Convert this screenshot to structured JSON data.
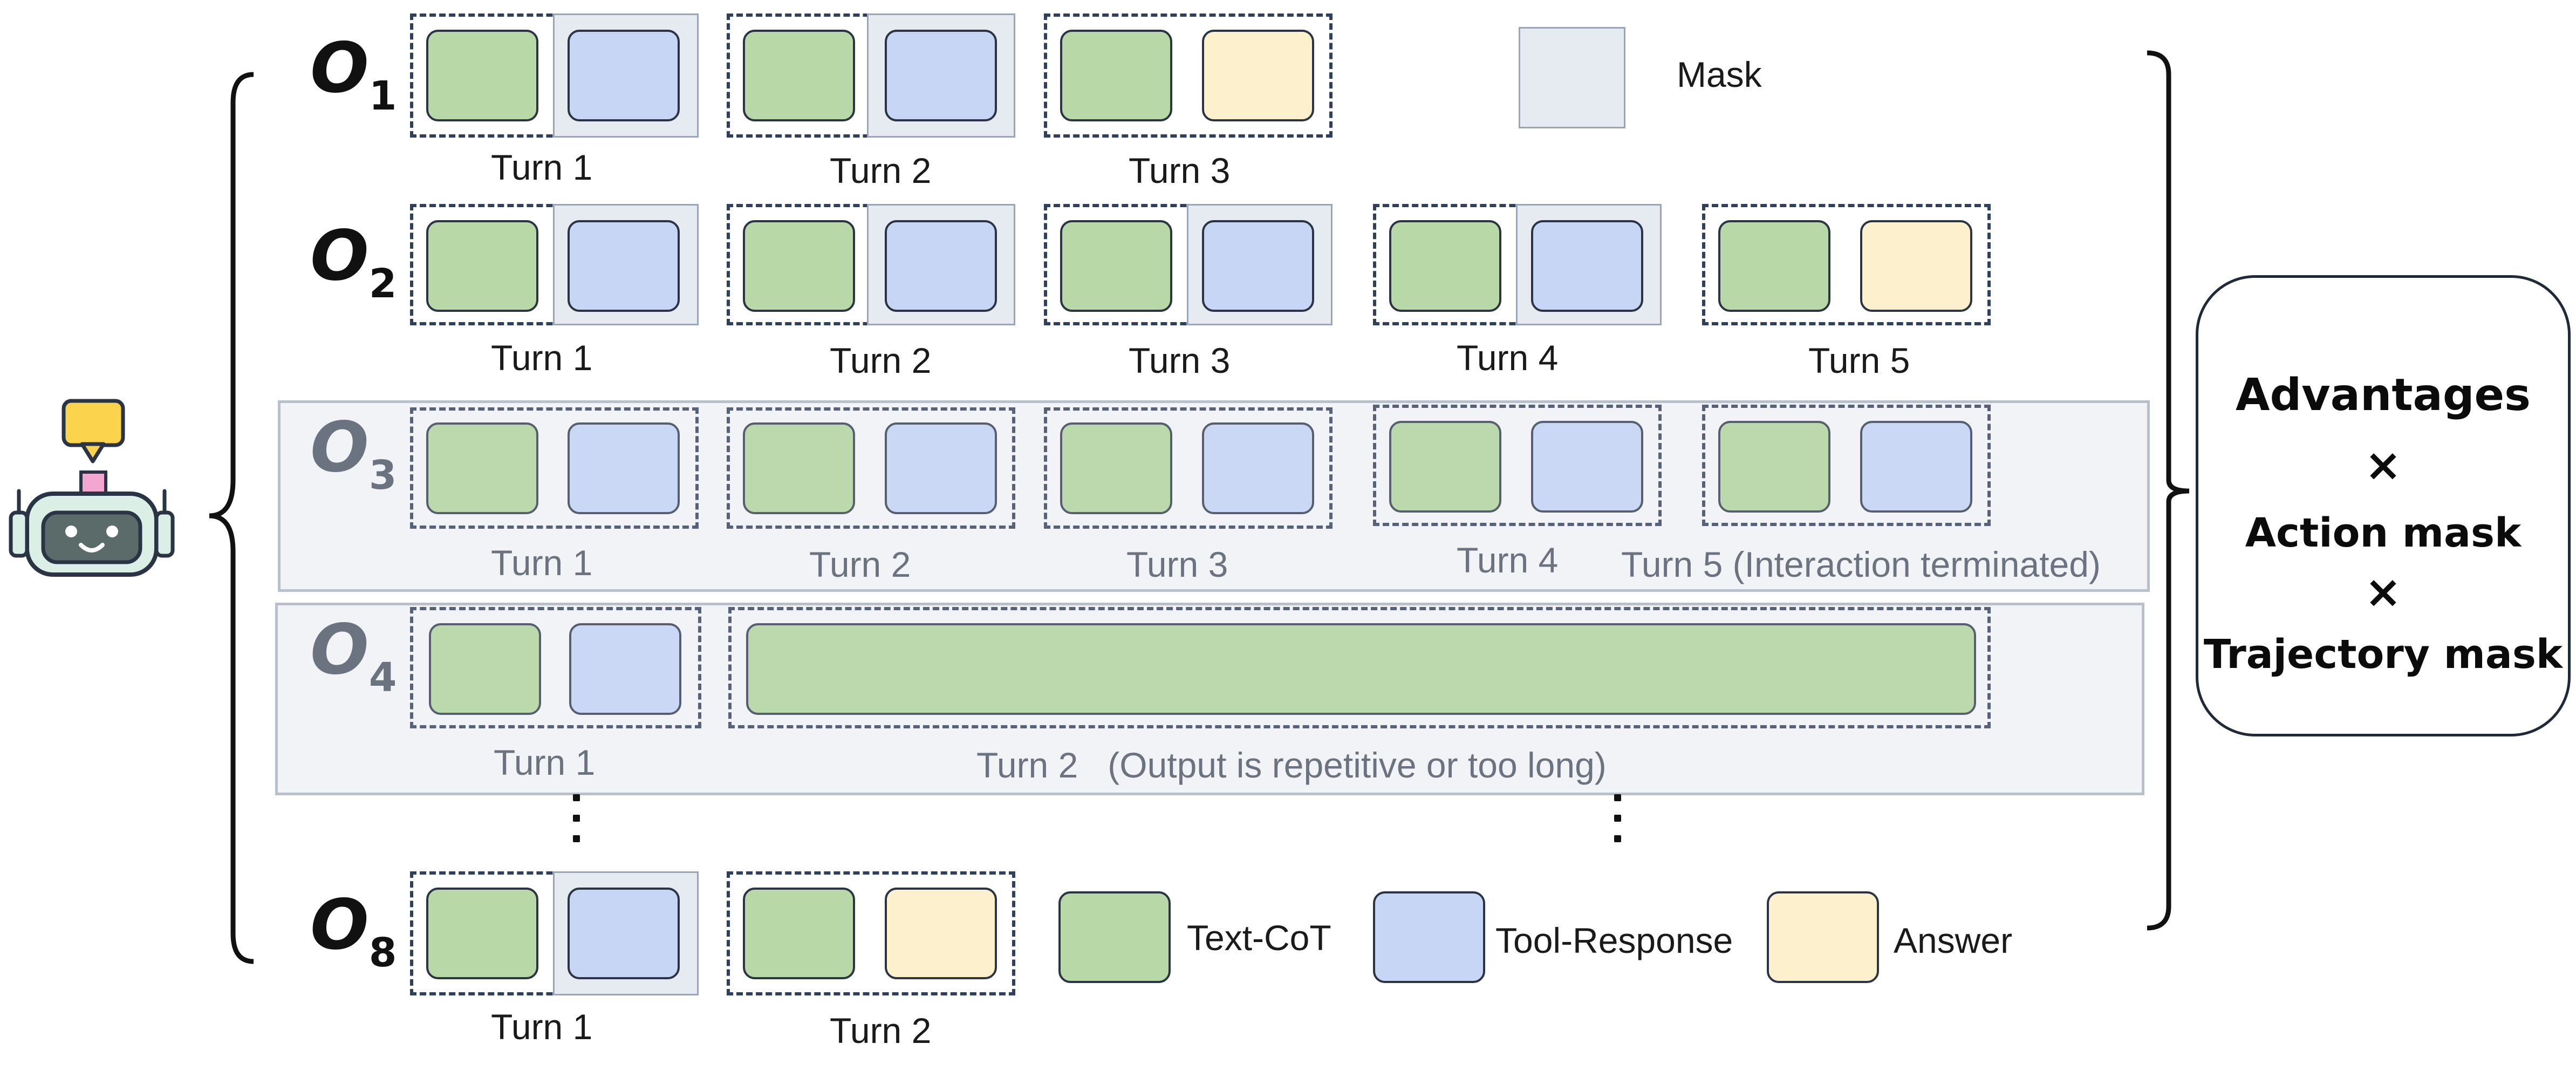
{
  "rows": [
    {
      "label_main": "O",
      "label_sub": "1",
      "turns": [
        "Turn 1",
        "Turn 2",
        "Turn 3"
      ]
    },
    {
      "label_main": "O",
      "label_sub": "2",
      "turns": [
        "Turn 1",
        "Turn 2",
        "Turn 3",
        "Turn 4",
        "Turn 5"
      ]
    },
    {
      "label_main": "O",
      "label_sub": "3",
      "turns": [
        "Turn 1",
        "Turn 2",
        "Turn 3",
        "Turn 4",
        "Turn 5 (Interaction terminated)"
      ]
    },
    {
      "label_main": "O",
      "label_sub": "4",
      "turns": [
        "Turn 1",
        "Turn 2   (Output is repetitive or too long)"
      ]
    },
    {
      "label_main": "O",
      "label_sub": "8",
      "turns": [
        "Turn 1",
        "Turn 2"
      ]
    }
  ],
  "legend": {
    "mask": "Mask",
    "text_cot": "Text-CoT",
    "tool_response": "Tool-Response",
    "answer": "Answer"
  },
  "panel": {
    "line1": "Advantages",
    "times1": "×",
    "line2": "Action mask",
    "times2": "×",
    "line3": "Trajectory mask"
  },
  "colors": {
    "text_cot": "#b8d8a8",
    "tool_response": "#c8d6f5",
    "answer": "#fdf0cc",
    "mask": "#e6eaf1"
  },
  "icons": [
    "robot-icon",
    "speech-bubble-icon"
  ]
}
